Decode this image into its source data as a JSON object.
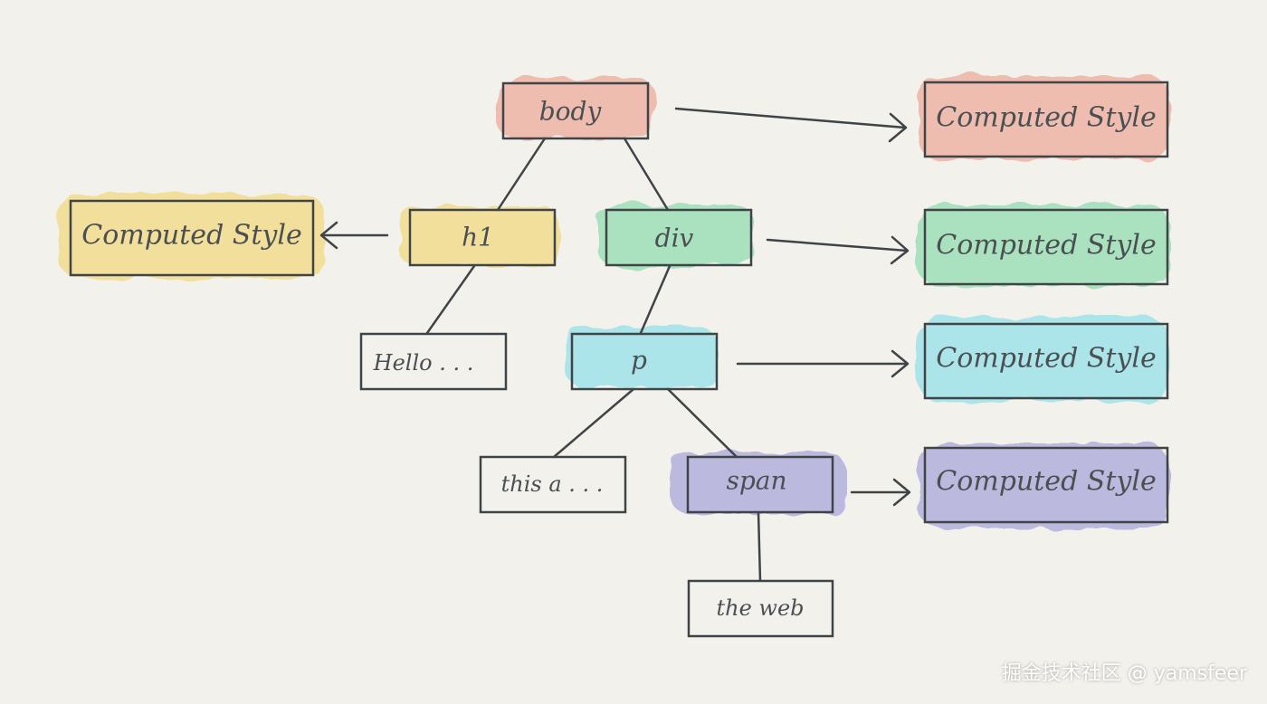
{
  "nodes": {
    "body": "body",
    "h1": "h1",
    "div": "div",
    "hello": "Hello . . .",
    "p": "p",
    "thisa": "this a . . .",
    "span": "span",
    "theweb": "the web"
  },
  "computed_styles": {
    "body": "Computed Style",
    "h1": "Computed Style",
    "div": "Computed Style",
    "p": "Computed Style",
    "span": "Computed Style"
  },
  "colors": {
    "body": "#efb3a6",
    "h1": "#f2dd8e",
    "div": "#9ee0b8",
    "p": "#9fe3ea",
    "span": "#b3b0dc",
    "stroke": "#3f4447",
    "background": "#f3f1ec"
  },
  "watermark": "掘金技术社区 @ yamsfeer"
}
